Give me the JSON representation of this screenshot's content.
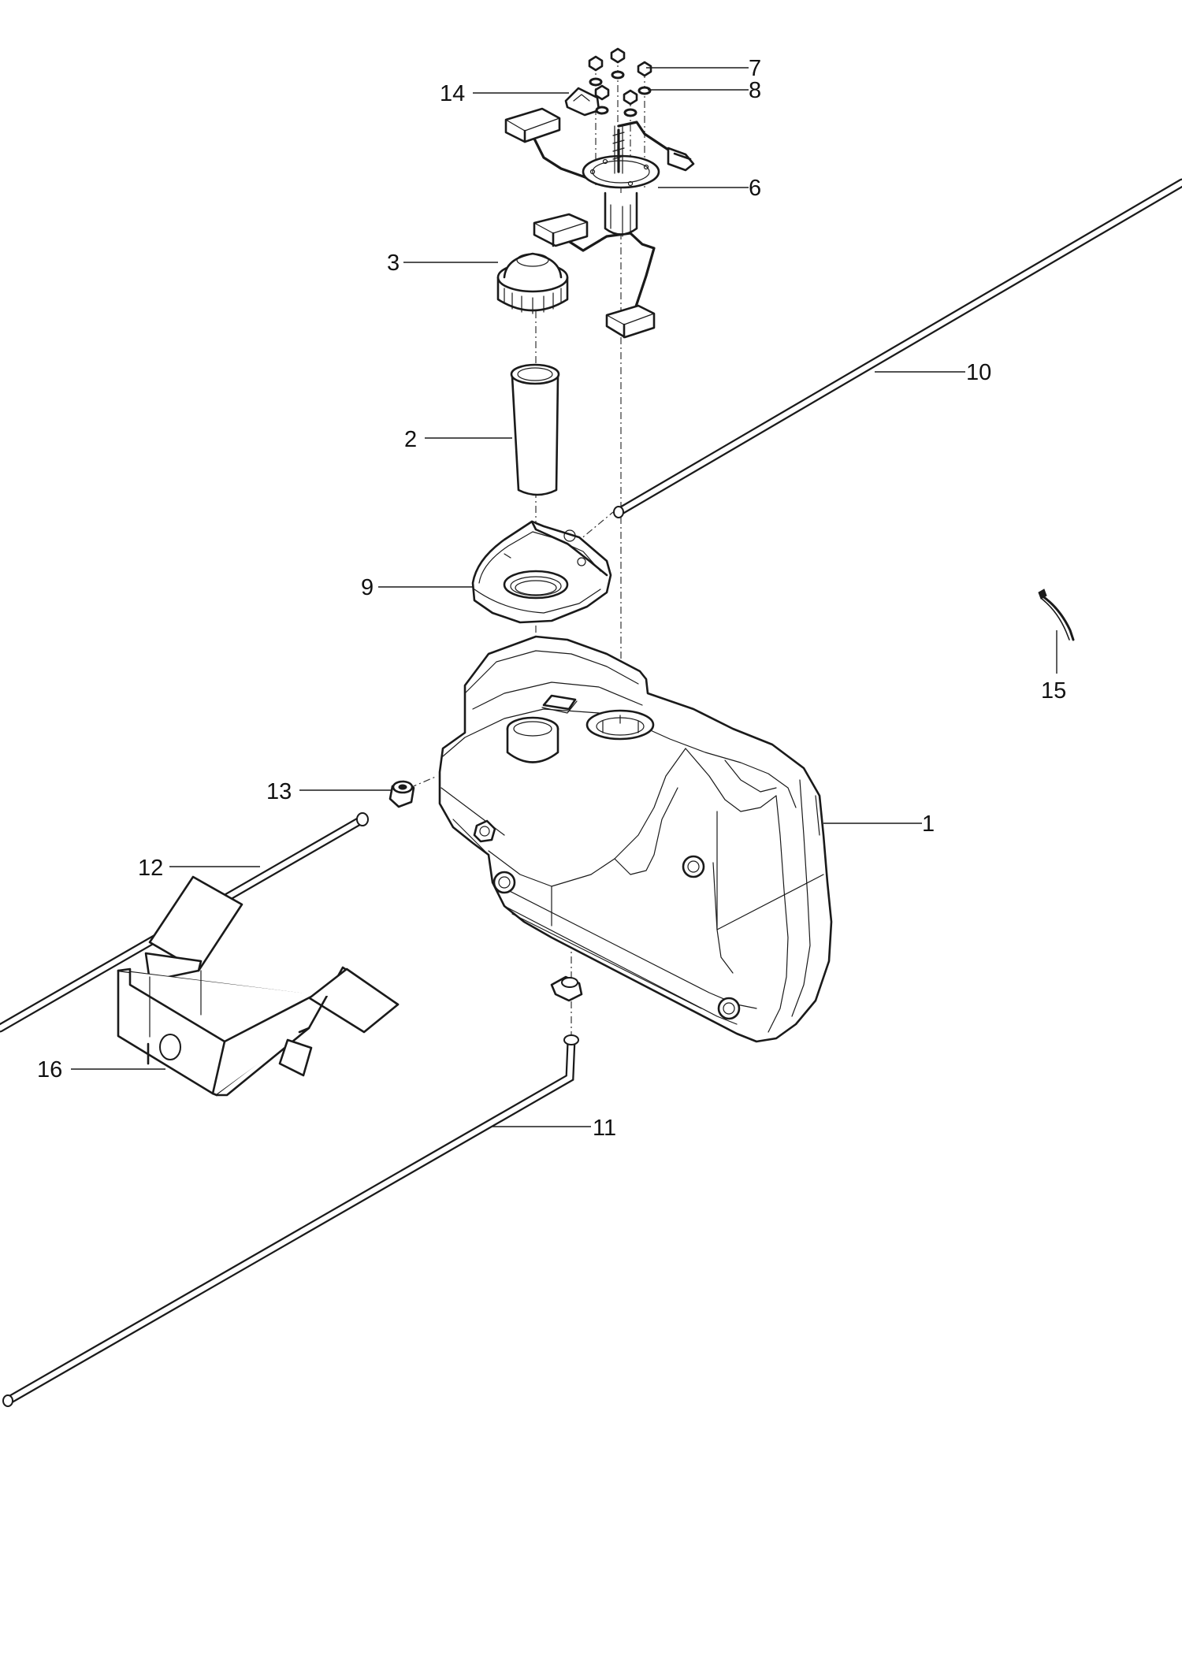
{
  "callouts": [
    {
      "id": "1",
      "label": "1"
    },
    {
      "id": "2",
      "label": "2"
    },
    {
      "id": "3",
      "label": "3"
    },
    {
      "id": "6",
      "label": "6"
    },
    {
      "id": "7",
      "label": "7"
    },
    {
      "id": "8",
      "label": "8"
    },
    {
      "id": "9",
      "label": "9"
    },
    {
      "id": "10",
      "label": "10"
    },
    {
      "id": "11",
      "label": "11"
    },
    {
      "id": "12",
      "label": "12"
    },
    {
      "id": "13",
      "label": "13"
    },
    {
      "id": "14",
      "label": "14"
    },
    {
      "id": "15",
      "label": "15"
    },
    {
      "id": "16",
      "label": "16"
    }
  ]
}
